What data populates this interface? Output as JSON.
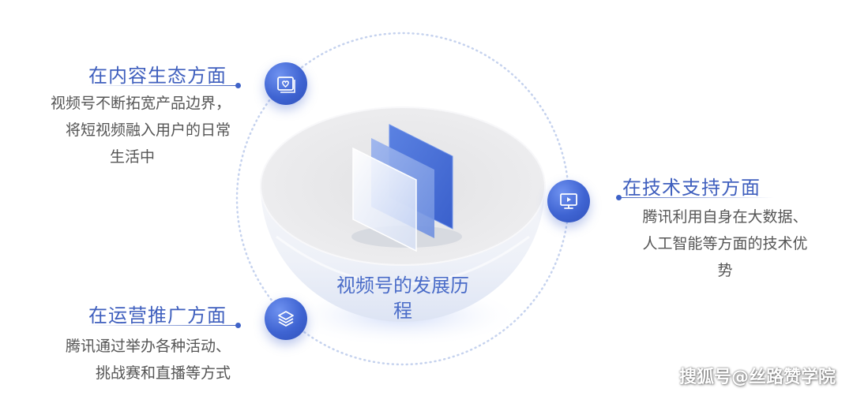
{
  "center": {
    "title_line1": "视频号的发展历",
    "title_line2": "程"
  },
  "sections": {
    "content": {
      "title": "在内容生态方面",
      "lines": [
        "视频号不断拓宽产品边界，",
        "将短视频融入用户的日常",
        "生活中"
      ]
    },
    "tech": {
      "title": "在技术支持方面",
      "lines": [
        "腾讯利用自身在大数据、",
        "人工智能等方面的技术优",
        "势"
      ]
    },
    "ops": {
      "title": "在运营推广方面",
      "lines": [
        "腾讯通过举办各种活动、",
        "挑战赛和直播等方式"
      ]
    }
  },
  "icons": {
    "content": "photo-heart-icon",
    "tech": "play-screen-icon",
    "ops": "layers-icon"
  },
  "watermark": "搜狐号@丝路赞学院",
  "colors": {
    "accent": "#3f5fbe",
    "node": "#3f64d2",
    "text": "#555555"
  }
}
